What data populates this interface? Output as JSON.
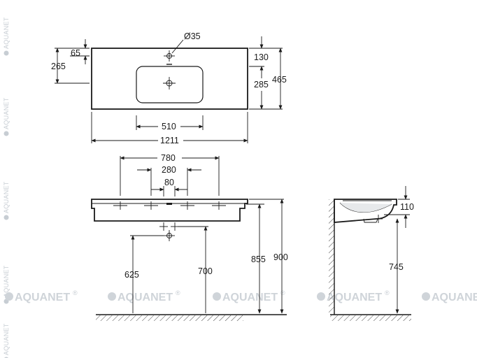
{
  "brand": {
    "side_watermark": "AQUANET",
    "main_watermark": "AQUANET",
    "reg_mark": "®",
    "watermark_color": "#cfd4d9"
  },
  "top_view": {
    "hole_diameter": "Ø35",
    "dim_65": "65",
    "dim_265": "265",
    "dim_130": "130",
    "dim_285": "285",
    "dim_465": "465",
    "dim_510": "510",
    "dim_1211": "1211"
  },
  "front_view": {
    "dim_780": "780",
    "dim_280": "280",
    "dim_80": "80",
    "dim_625": "625",
    "dim_700": "700",
    "dim_855": "855",
    "dim_900": "900"
  },
  "side_view": {
    "dim_110": "110",
    "dim_745": "745"
  }
}
